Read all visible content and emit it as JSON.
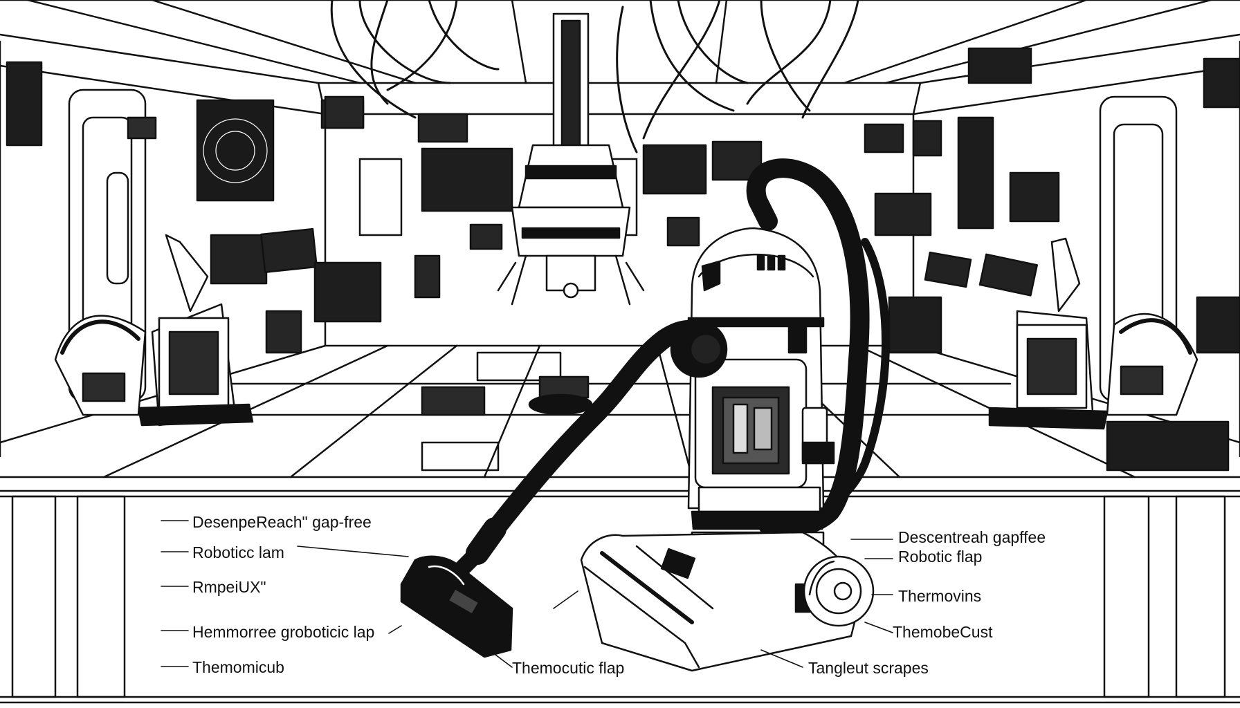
{
  "illustration": {
    "subject": "vacuum-cleaner",
    "palette": {
      "ink": "#111111",
      "paper": "#ffffff",
      "shade": "#2a2a2a"
    }
  },
  "callouts": {
    "left": [
      "DesenpeReach\" gap-free",
      "Roboticc lam",
      "RmpeiUX\"",
      "Hemmorree groboticic lap",
      "Themomicub"
    ],
    "bottom": [
      "Themocutic flap",
      "Tangleut scrapes"
    ],
    "right": [
      "Descentreah gapffee",
      "Robotic flap",
      "Thermovins",
      "ThemobeCust"
    ]
  }
}
